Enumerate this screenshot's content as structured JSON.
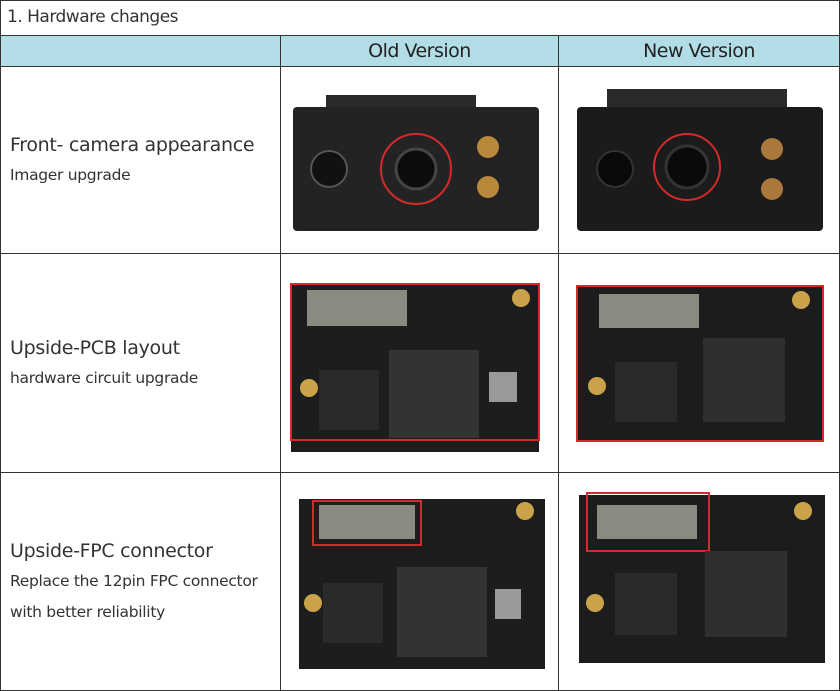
{
  "title": "1. Hardware changes",
  "columns": [
    "",
    "Old Version",
    "New Version"
  ],
  "rows": [
    {
      "label": "Front- camera appearance",
      "sub": [
        "Imager upgrade"
      ]
    },
    {
      "label": "Upside-PCB layout",
      "sub": [
        "hardware circuit upgrade"
      ]
    },
    {
      "label": "Upside-FPC connector",
      "sub": [
        "Replace the 12pin FPC connector",
        "with better reliability"
      ]
    }
  ],
  "colors": {
    "header": "#b3dde6",
    "highlight": "#d42a2a"
  }
}
